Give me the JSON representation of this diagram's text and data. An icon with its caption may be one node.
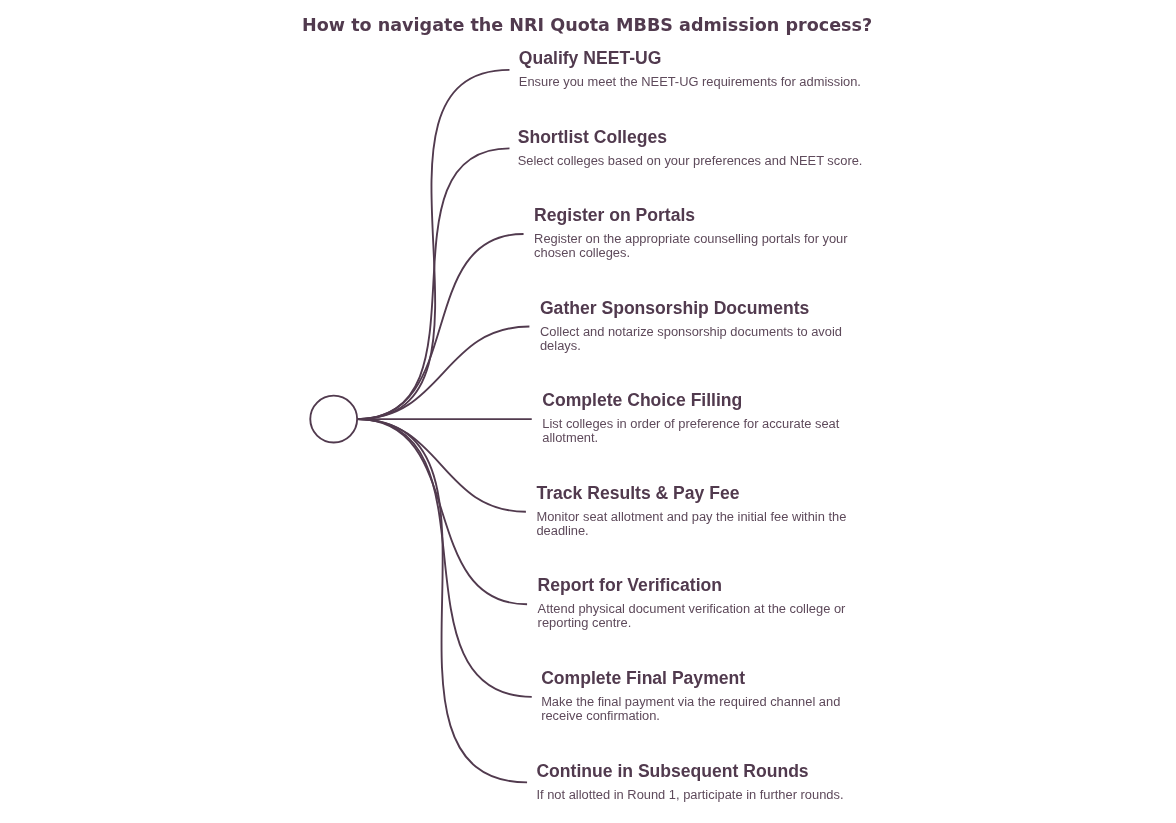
{
  "diagram": {
    "title": "How to navigate the NRI Quota MBBS admission process?",
    "nodes": [
      {
        "text": [],
        "shape": "picture"
      },
      {
        "text": [
          "Qualify NEET-UG",
          "Ensure you meet the NEET-UG requirements for admission."
        ]
      },
      {
        "text": [
          "Shortlist Colleges",
          "Select colleges based on your preferences and NEET score."
        ]
      },
      {
        "text": [
          "Register on Portals",
          "Register on the appropriate counselling portals for your chosen colleges."
        ]
      },
      {
        "text": [
          "Gather Sponsorship Documents",
          "Collect and notarize sponsorship documents to avoid delays."
        ]
      },
      {
        "text": [
          "Complete Choice Filling",
          "List colleges in order of preference for accurate seat allotment."
        ]
      },
      {
        "text": [
          "Track Results & Pay Fee",
          "Monitor seat allotment and pay the initial fee within the deadline."
        ]
      },
      {
        "text": [
          "Report for Verification",
          "Attend physical document verification at the college or reporting centre."
        ]
      },
      {
        "text": [
          "Complete Final Payment",
          "Make the final payment via the required channel and receive confirmation."
        ]
      },
      {
        "text": [
          "Continue in Subsequent Rounds",
          "If not allotted in Round 1, participate in further rounds."
        ]
      }
    ],
    "edges": [
      {
        "from": 0,
        "to": 1,
        "arrow": "none"
      },
      {
        "from": 0,
        "to": 2,
        "arrow": "none"
      },
      {
        "from": 0,
        "to": 3,
        "arrow": "none"
      },
      {
        "from": 0,
        "to": 4,
        "arrow": "none"
      },
      {
        "from": 0,
        "to": 5,
        "arrow": "none"
      },
      {
        "from": 0,
        "to": 6,
        "arrow": "none"
      },
      {
        "from": 0,
        "to": 7,
        "arrow": "none"
      },
      {
        "from": 0,
        "to": 8,
        "arrow": "none"
      },
      {
        "from": 0,
        "to": 9,
        "arrow": "none"
      }
    ]
  }
}
